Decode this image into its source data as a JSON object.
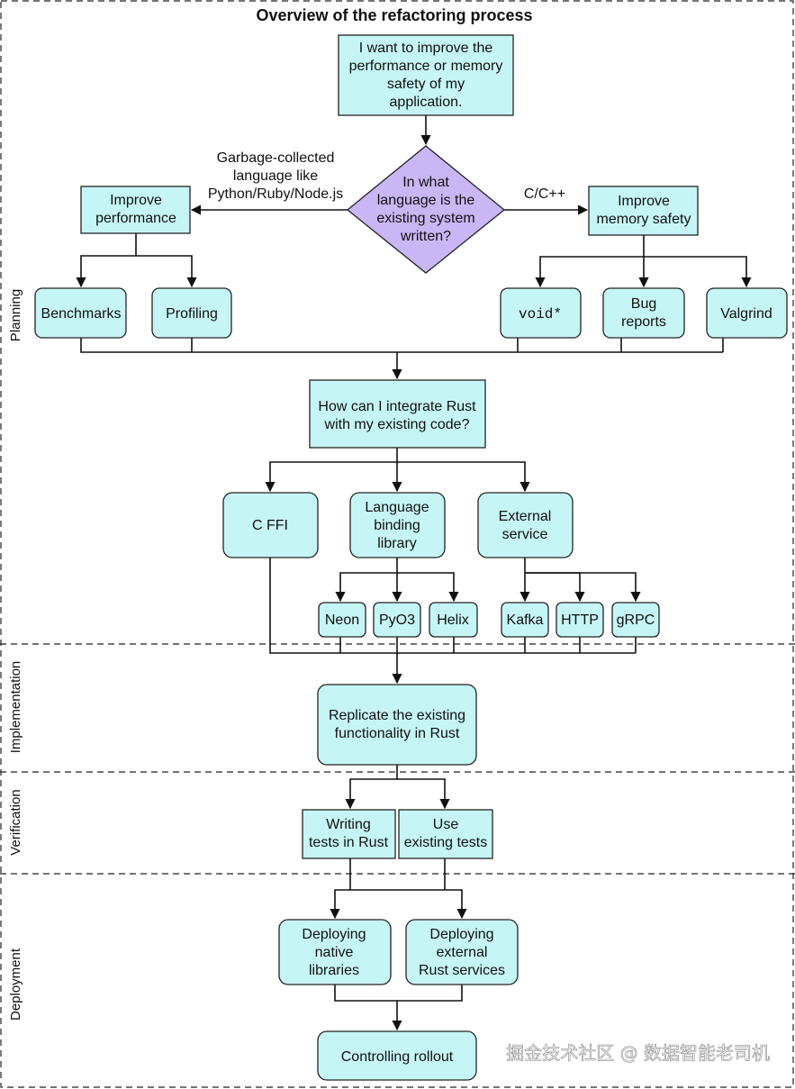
{
  "title": "Overview of the refactoring process",
  "phases": {
    "planning": "Planning",
    "implementation": "Implementation",
    "verification": "Verification",
    "deployment": "Deployment"
  },
  "nodes": {
    "start": [
      "I want to improve the",
      "performance or memory",
      "safety of my",
      "application."
    ],
    "decision": [
      "In what",
      "language is the",
      "existing system",
      "written?"
    ],
    "gc_label": [
      "Garbage-collected",
      "language like",
      "Python/Ruby/Node.js"
    ],
    "c_label": [
      "C/C++"
    ],
    "improve_perf": [
      "Improve",
      "performance"
    ],
    "improve_mem": [
      "Improve",
      "memory safety"
    ],
    "benchmarks": [
      "Benchmarks"
    ],
    "profiling": [
      "Profiling"
    ],
    "void_ptr": [
      "void*"
    ],
    "bug_reports": [
      "Bug",
      "reports"
    ],
    "valgrind": [
      "Valgrind"
    ],
    "integrate": [
      "How can I integrate Rust",
      "with my existing code?"
    ],
    "c_ffi": [
      "C FFI"
    ],
    "lang_binding": [
      "Language",
      "binding",
      "library"
    ],
    "external_service": [
      "External",
      "service"
    ],
    "neon": [
      "Neon"
    ],
    "pyo3": [
      "PyO3"
    ],
    "helix": [
      "Helix"
    ],
    "kafka": [
      "Kafka"
    ],
    "http": [
      "HTTP"
    ],
    "grpc": [
      "gRPC"
    ],
    "replicate": [
      "Replicate the existing",
      "functionality in Rust"
    ],
    "writing_tests": [
      "Writing",
      "tests in Rust"
    ],
    "use_tests": [
      "Use",
      "existing tests"
    ],
    "deploy_native": [
      "Deploying",
      "native",
      "libraries"
    ],
    "deploy_external": [
      "Deploying",
      "external",
      "Rust services"
    ],
    "rollout": [
      "Controlling rollout"
    ]
  },
  "watermark": "掘金技术社区 @ 数据智能老司机",
  "colors": {
    "box": "#c6f5f5",
    "decision": "#c9b6f5"
  }
}
